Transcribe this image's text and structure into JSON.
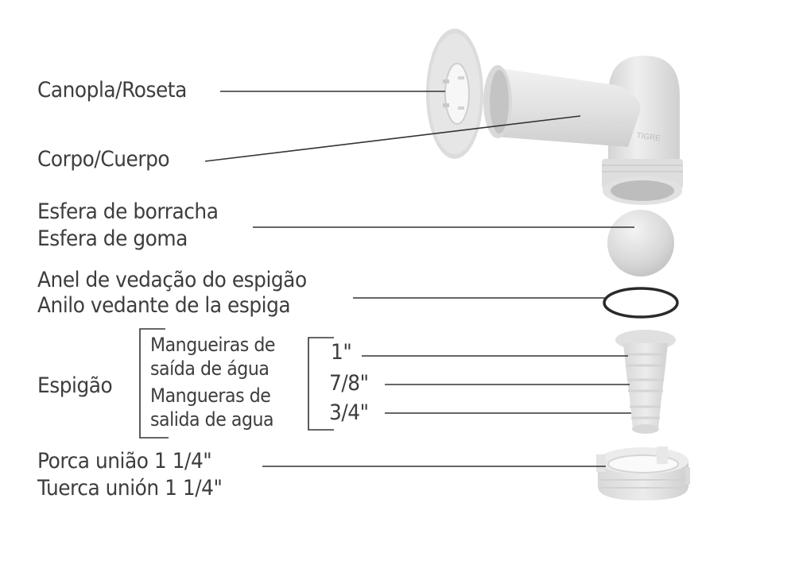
{
  "diagram": {
    "type": "exploded-parts-diagram",
    "parts": [
      {
        "id": "canopla",
        "label": "Canopla/Roseta"
      },
      {
        "id": "corpo",
        "label": "Corpo/Cuerpo"
      },
      {
        "id": "esfera",
        "label_pt": "Esfera de borracha",
        "label_es": "Esfera de goma"
      },
      {
        "id": "anel",
        "label_pt": "Anel de vedação do espigão",
        "label_es": "Anilo vedante de la espiga"
      },
      {
        "id": "espigao",
        "label": "Espigão",
        "hoses_pt_1": "Mangueiras de",
        "hoses_pt_2": "saída de água",
        "hoses_es_1": "Mangueras de",
        "hoses_es_2": "salida de agua",
        "sizes": [
          "1\"",
          "7/8\"",
          "3/4\""
        ]
      },
      {
        "id": "porca",
        "label_pt": "Porca união 1 1/4\"",
        "label_es": "Tuerca unión 1 1/4\""
      }
    ],
    "brand_mark": "Tigre"
  }
}
